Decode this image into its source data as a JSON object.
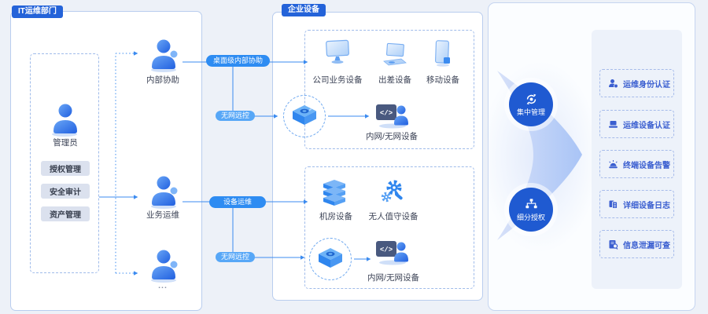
{
  "colors": {
    "page_bg": "#edf1f8",
    "panel_border": "#b9cdee",
    "header_badge_blue": "#2463d9",
    "flow_pill_blue": "#2e8cf2",
    "flow_pill_light_blue": "#57a7f7",
    "connector_blue": "#3b8bf0",
    "capability_circle_blue": "#1f5ad1",
    "feature_text_blue": "#3a5ed0",
    "device_icon_blue": "#2f86ee"
  },
  "left_panel": {
    "title": "IT运维部门",
    "admin": {
      "label": "管理员",
      "buttons": [
        "授权管理",
        "安全审计",
        "资产管理"
      ]
    },
    "roles": [
      "内部协助",
      "业务运维",
      "..."
    ]
  },
  "flows": {
    "desktop_assist": "桌面级内部协助",
    "offline_remote_top": "无网远控",
    "device_ops": "设备运维",
    "offline_remote_bottom": "无网远控"
  },
  "device_panel": {
    "title": "企业设备",
    "office_devices": [
      "公司业务设备",
      "出差设备",
      "移动设备"
    ],
    "office_offline_device": "内网/无网设备",
    "machine_devices": [
      "机房设备",
      "无人值守设备"
    ],
    "machine_offline_device": "内网/无网设备"
  },
  "capabilities": [
    "集中管理",
    "细分授权"
  ],
  "features": [
    "运维身份认证",
    "运维设备认证",
    "终端设备告警",
    "详细设备日志",
    "信息泄漏可查"
  ],
  "icons": {
    "admin": "person-icon",
    "roles": "person-assist-icon",
    "office_devices": [
      "monitor-icon",
      "laptop-icon",
      "tablet-icon"
    ],
    "offline_device": "code-terminal-person-icon",
    "offline_gateway": "mini-pc-box-icon",
    "machine_devices": [
      "server-stack-icon",
      "gears-wrench-icon"
    ],
    "capabilities": [
      "sync-arrows-icon",
      "org-tree-icon"
    ],
    "features": [
      "person-id-icon",
      "device-auth-icon",
      "alarm-icon",
      "log-pages-icon",
      "doc-search-icon"
    ]
  }
}
